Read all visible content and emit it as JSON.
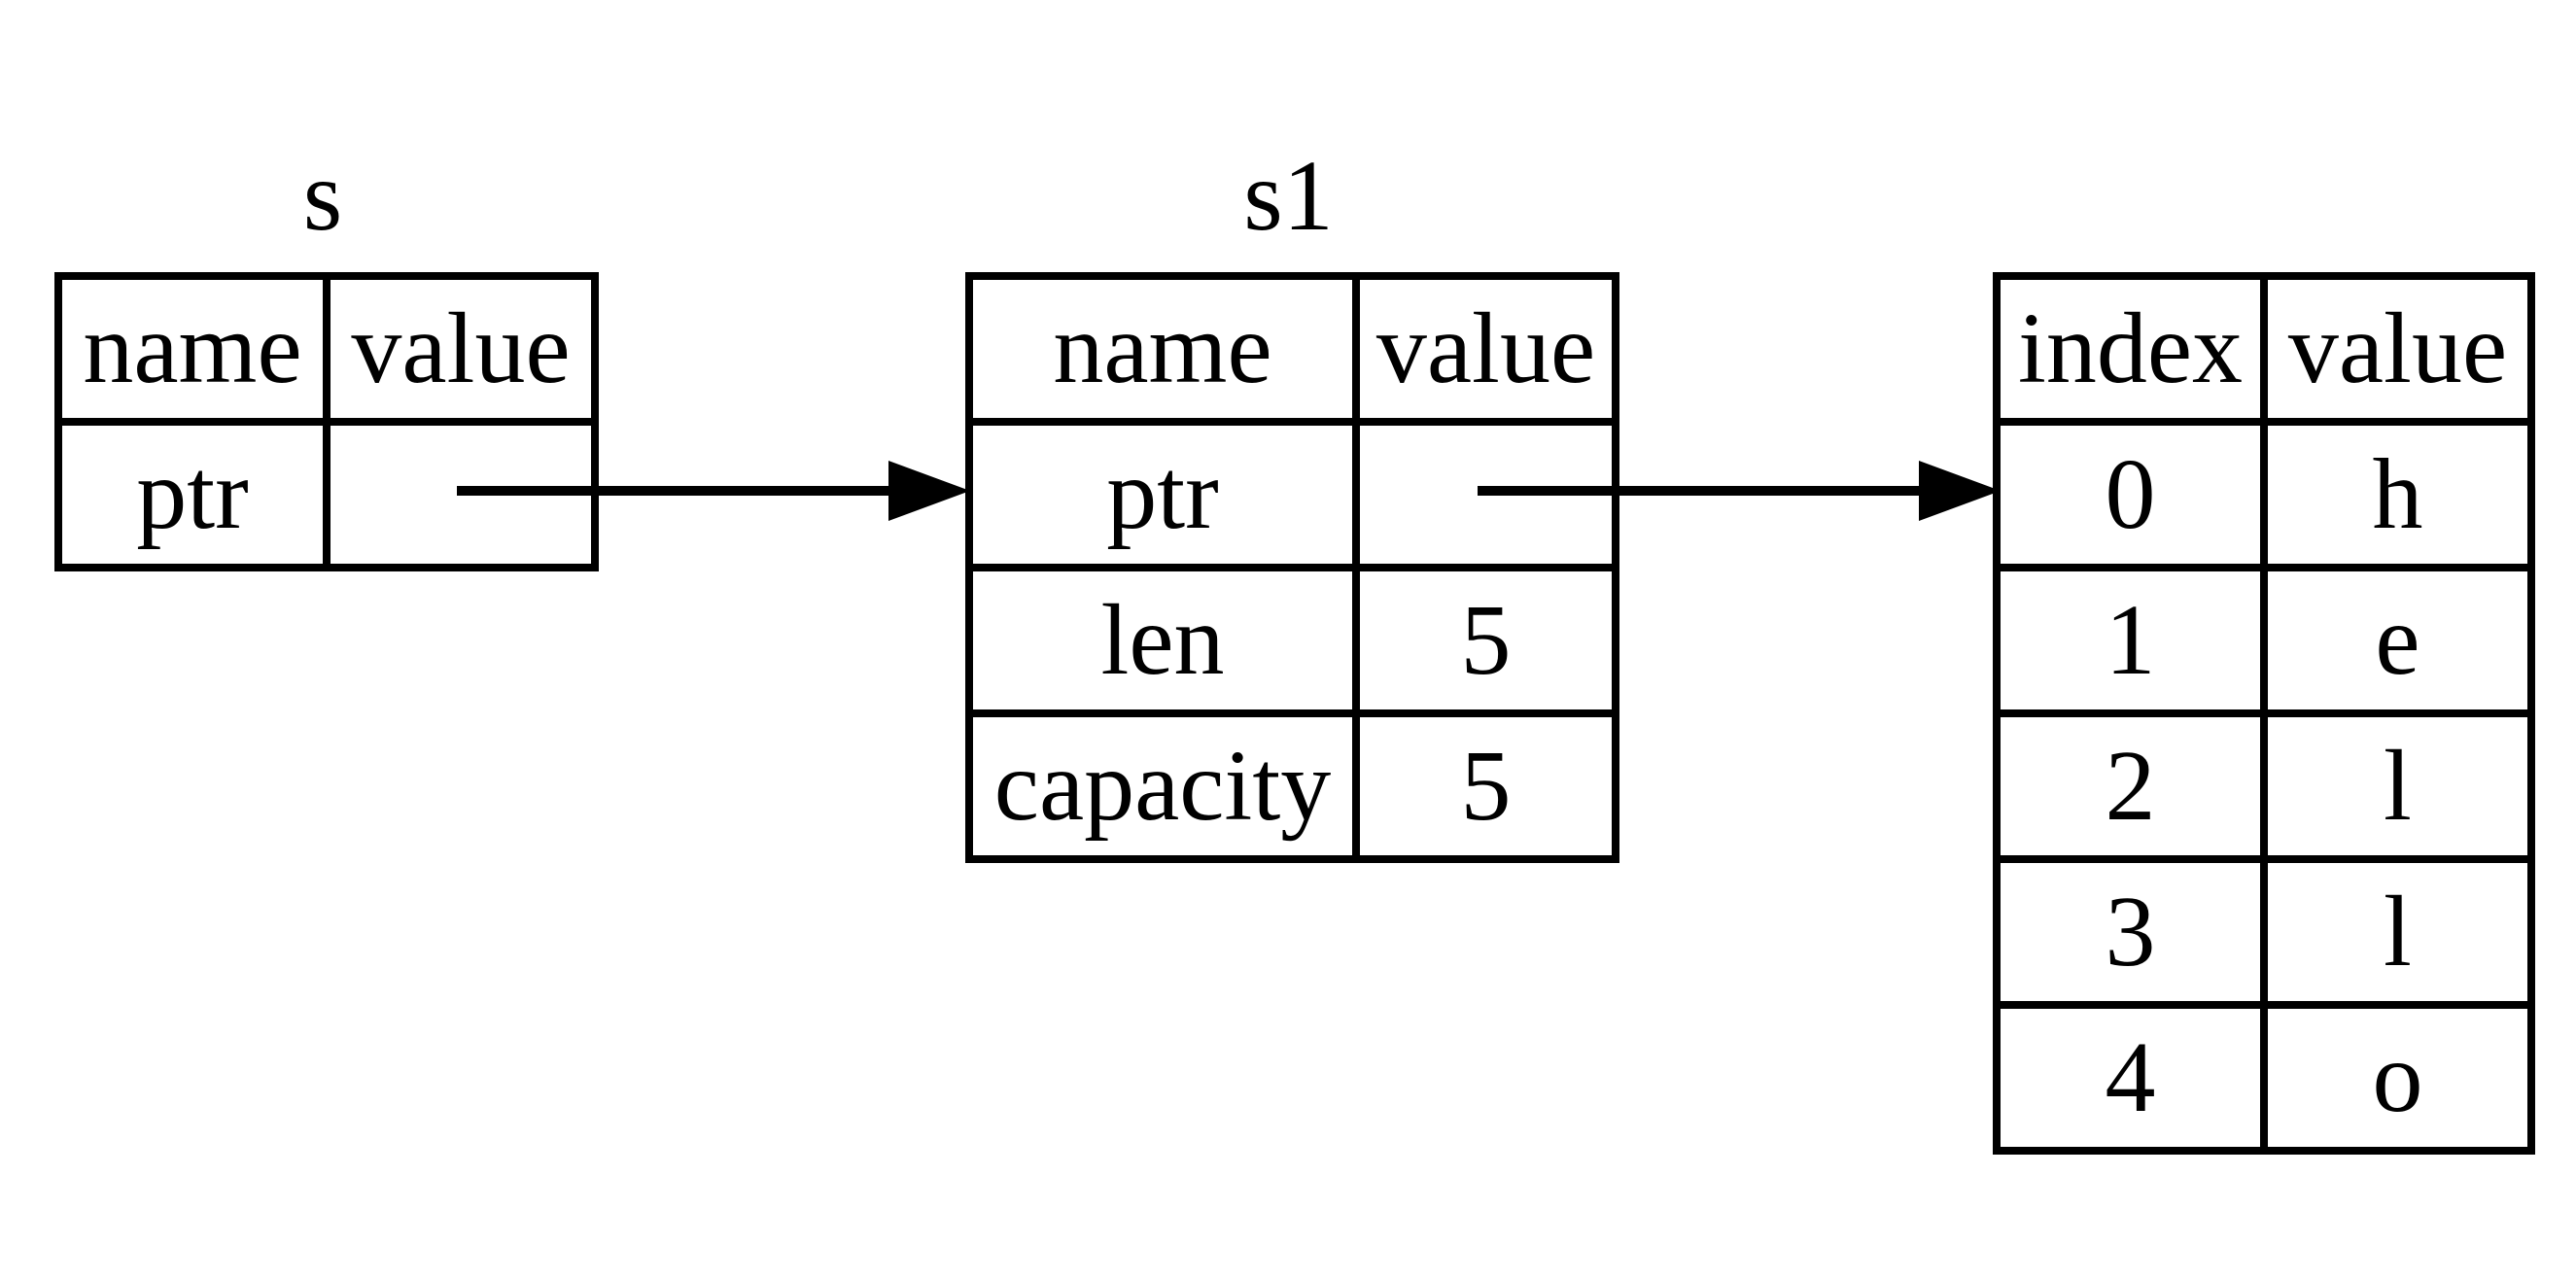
{
  "labels": {
    "s": "s",
    "s1": "s1"
  },
  "tables": {
    "s": {
      "headers": [
        "name",
        "value"
      ],
      "rows": [
        {
          "name": "ptr",
          "value": ""
        }
      ]
    },
    "s1": {
      "headers": [
        "name",
        "value"
      ],
      "rows": [
        {
          "name": "ptr",
          "value": ""
        },
        {
          "name": "len",
          "value": "5"
        },
        {
          "name": "capacity",
          "value": "5"
        }
      ]
    },
    "heap": {
      "headers": [
        "index",
        "value"
      ],
      "rows": [
        {
          "index": "0",
          "value": "h"
        },
        {
          "index": "1",
          "value": "e"
        },
        {
          "index": "2",
          "value": "l"
        },
        {
          "index": "3",
          "value": "l"
        },
        {
          "index": "4",
          "value": "o"
        }
      ]
    }
  },
  "colors": {
    "line": "#000000",
    "background": "#ffffff"
  }
}
